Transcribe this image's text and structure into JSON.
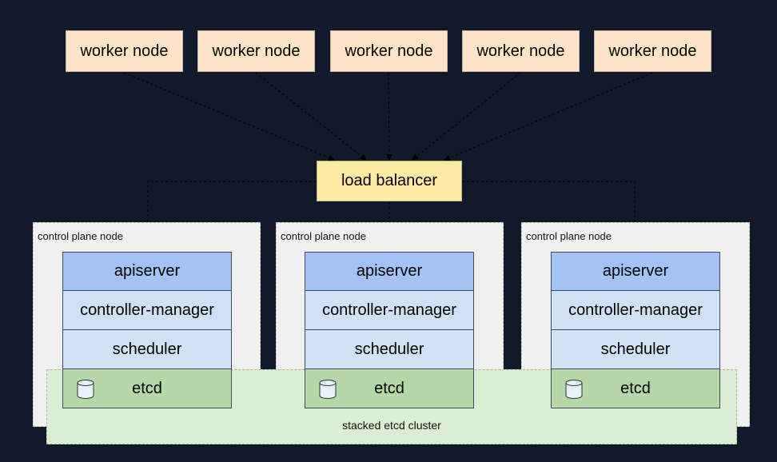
{
  "worker_nodes": [
    {
      "label": "worker node"
    },
    {
      "label": "worker node"
    },
    {
      "label": "worker node"
    },
    {
      "label": "worker node"
    },
    {
      "label": "worker node"
    }
  ],
  "load_balancer": {
    "label": "load balancer"
  },
  "control_plane_nodes": [
    {
      "title": "control plane node",
      "apiserver": "apiserver",
      "controller_manager": "controller-manager",
      "scheduler": "scheduler",
      "etcd": "etcd"
    },
    {
      "title": "control plane node",
      "apiserver": "apiserver",
      "controller_manager": "controller-manager",
      "scheduler": "scheduler",
      "etcd": "etcd"
    },
    {
      "title": "control plane node",
      "apiserver": "apiserver",
      "controller_manager": "controller-manager",
      "scheduler": "scheduler",
      "etcd": "etcd"
    }
  ],
  "etcd_cluster": {
    "label": "stacked etcd cluster"
  },
  "colors": {
    "background": "#111a2b",
    "worker_node": "#fde3c8",
    "load_balancer": "#fdeaa5",
    "apiserver": "#a4c2f4",
    "component": "#cfe2f3",
    "etcd": "#b6d7a8",
    "etcd_cluster": "#dcedd5",
    "control_plane": "#f0f0f0"
  },
  "icons": {
    "etcd": "database-icon"
  }
}
